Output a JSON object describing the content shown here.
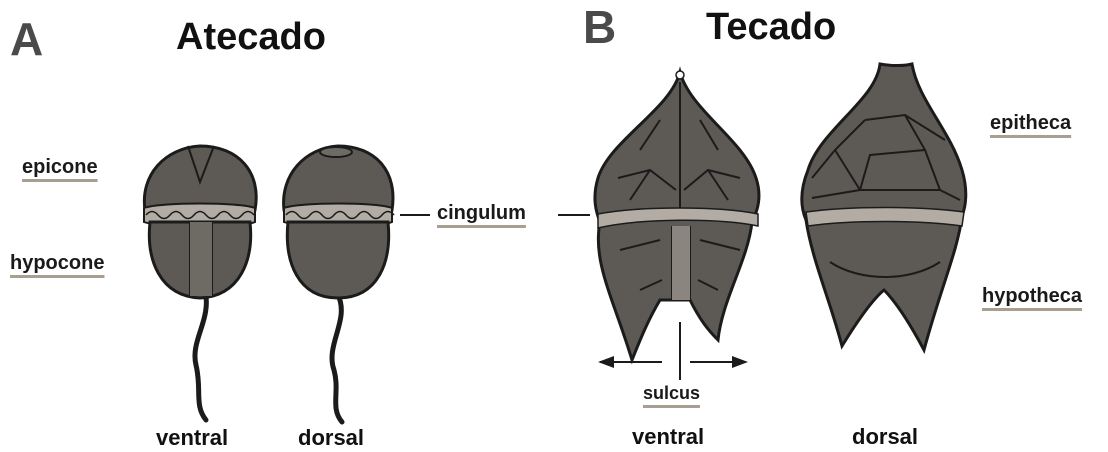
{
  "panel_a": {
    "letter": "A",
    "title": "Atecado",
    "views": [
      "ventral",
      "dorsal"
    ]
  },
  "panel_b": {
    "letter": "B",
    "title": "Tecado",
    "views": [
      "ventral",
      "dorsal"
    ]
  },
  "labels": {
    "epicone": "epicone",
    "hypocone": "hypocone",
    "cingulum": "cingulum",
    "epitheca": "epitheca",
    "hypotheca": "hypotheca",
    "sulcus": "sulcus"
  },
  "colors": {
    "cell_fill": "#5d5a55",
    "outline": "#1b1b1b",
    "girdle": "#b3aca4",
    "underline": "#a89e91"
  }
}
